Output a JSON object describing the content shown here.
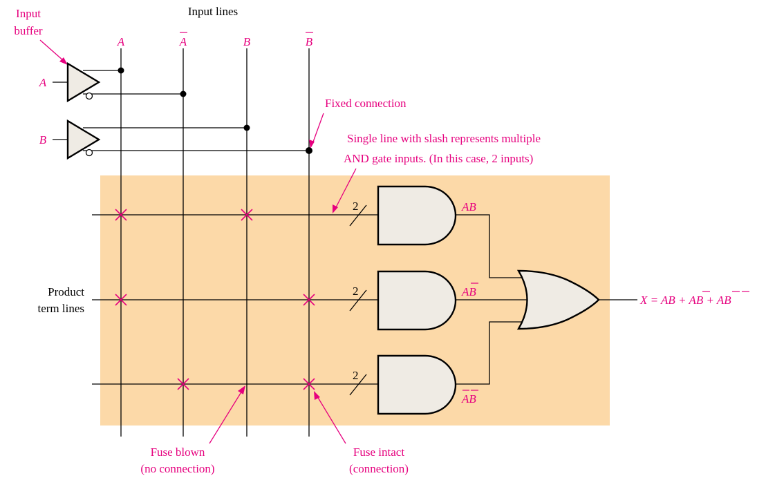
{
  "labels": {
    "input_lines": "Input lines",
    "input_buffer_1": "Input",
    "input_buffer_2": "buffer",
    "fixed_connection": "Fixed connection",
    "slash_note_1": "Single line with slash represents multiple",
    "slash_note_2": "AND gate inputs. (In this case, 2 inputs)",
    "product_term_1": "Product",
    "product_term_2": "term lines",
    "fuse_blown_1": "Fuse blown",
    "fuse_blown_2": "(no connection)",
    "fuse_intact_1": "Fuse intact",
    "fuse_intact_2": "(connection)"
  },
  "input_lines": [
    "A",
    "A",
    "B",
    "B"
  ],
  "buffer_inputs": [
    "A",
    "B"
  ],
  "slash_counts": [
    "2",
    "2",
    "2"
  ],
  "and_outputs": [
    {
      "text": "AB"
    },
    {
      "text": "AB"
    },
    {
      "text": "AB"
    }
  ],
  "output": {
    "prefix": "X = AB + AB + AB"
  },
  "colors": {
    "array_background": "#fcd9a8",
    "accent": "#e6007e",
    "gate_fill": "#efebe4"
  },
  "fuses": [
    {
      "row": "AB",
      "intact_on": [
        "A",
        "B"
      ]
    },
    {
      "row": "AB-bar",
      "intact_on": [
        "A",
        "B-bar"
      ]
    },
    {
      "row": "A-bar B-bar",
      "intact_on": [
        "A-bar",
        "B-bar"
      ]
    }
  ]
}
